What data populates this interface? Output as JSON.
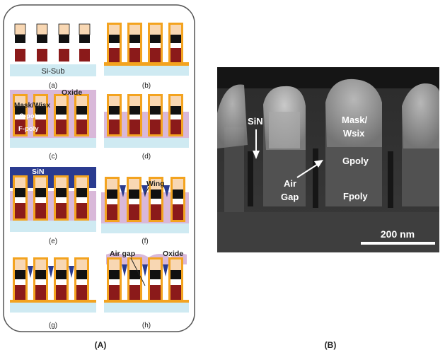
{
  "panel_a": {
    "label": "(A)",
    "steps": [
      {
        "label": "(a)",
        "substrate_label": "Si-Sub"
      },
      {
        "label": "(b)"
      },
      {
        "label": "(c)",
        "annotations": [
          "Oxide",
          "Mask/Wisx",
          "C-poly",
          "F-poly"
        ]
      },
      {
        "label": "(d)"
      },
      {
        "label": "(e)",
        "annotations": [
          "SiN"
        ]
      },
      {
        "label": "(f)",
        "annotations": [
          "Wing"
        ]
      },
      {
        "label": "(g)"
      },
      {
        "label": "(h)",
        "annotations": [
          "Air gap",
          "Oxide"
        ]
      }
    ]
  },
  "panel_b": {
    "label": "(B)",
    "annotations": [
      "SiN",
      "Mask/",
      "Wsix",
      "Gpoly",
      "Air",
      "Gap",
      "Fpoly"
    ],
    "scale_bar": "200 nm"
  },
  "colors": {
    "substrate": "#cfeaf2",
    "orange_liner": "#f3a31f",
    "mask": "#f8d7b3",
    "wsix": "#111111",
    "cpoly": "#ffffff",
    "fpoly": "#8b1a1a",
    "oxide": "#d9b8d9",
    "sin": "#2a3b8f",
    "sem_bg": "#2c2c2c"
  }
}
